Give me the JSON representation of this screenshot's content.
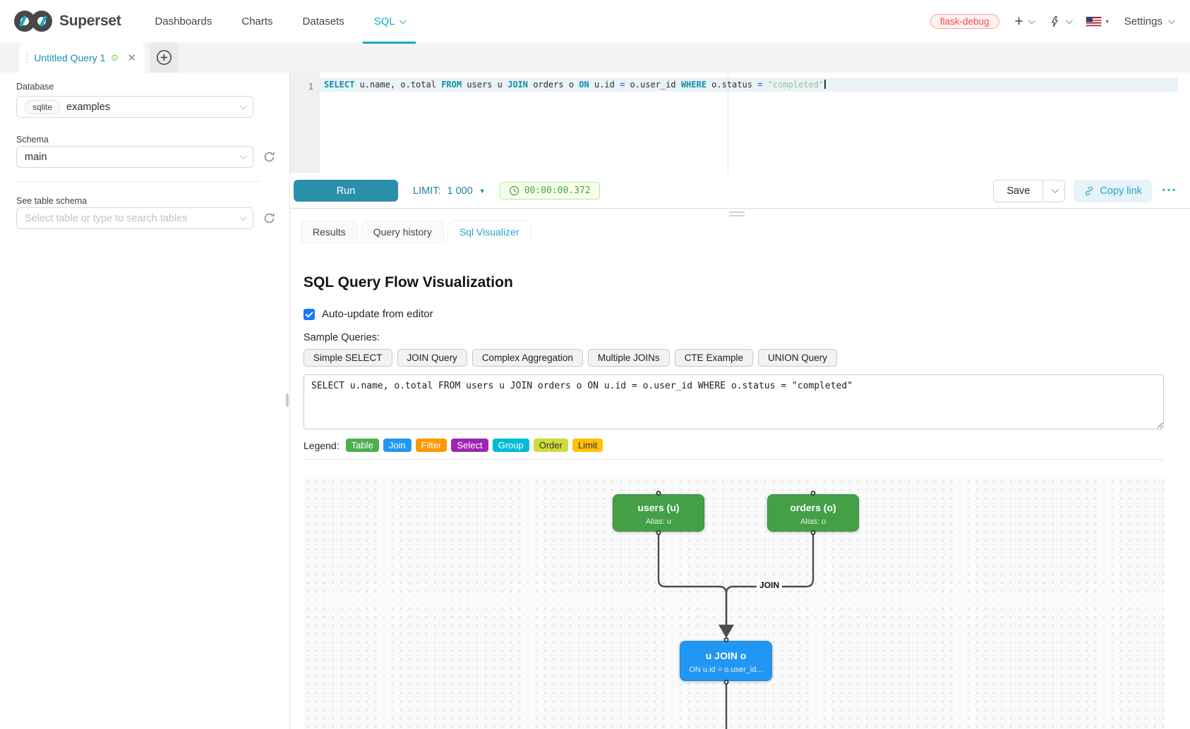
{
  "navbar": {
    "brand": "Superset",
    "items": [
      {
        "label": "Dashboards",
        "active": false,
        "caret": false
      },
      {
        "label": "Charts",
        "active": false,
        "caret": false
      },
      {
        "label": "Datasets",
        "active": false,
        "caret": false
      },
      {
        "label": "SQL",
        "active": true,
        "caret": true
      }
    ],
    "environment_tag": "flask-debug",
    "plus_glyph": "+",
    "settings_label": "Settings"
  },
  "tab_bar": {
    "active_tab": "Untitled Query 1"
  },
  "sidebar": {
    "database_label": "Database",
    "database_type": "sqlite",
    "database_value": "examples",
    "schema_label": "Schema",
    "schema_value": "main",
    "table_label": "See table schema",
    "table_placeholder": "Select table or type to search tables"
  },
  "editor": {
    "line_number": "1",
    "tokens": [
      {
        "t": "SELECT",
        "c": "kw"
      },
      {
        "t": " u.name, o.total ",
        "c": "pl"
      },
      {
        "t": "FROM",
        "c": "kw"
      },
      {
        "t": " users u ",
        "c": "pl"
      },
      {
        "t": "JOIN",
        "c": "kw"
      },
      {
        "t": " orders o ",
        "c": "pl"
      },
      {
        "t": "ON",
        "c": "kw"
      },
      {
        "t": " u.id ",
        "c": "pl"
      },
      {
        "t": "=",
        "c": "op"
      },
      {
        "t": " o.user_id ",
        "c": "pl"
      },
      {
        "t": "WHERE",
        "c": "kw"
      },
      {
        "t": " o.status ",
        "c": "pl"
      },
      {
        "t": "=",
        "c": "op"
      },
      {
        "t": " ",
        "c": "pl"
      },
      {
        "t": "\"completed\"",
        "c": "str"
      }
    ]
  },
  "toolbar": {
    "run_label": "Run",
    "limit_label": "LIMIT:",
    "limit_value": "1 000",
    "limit_caret": "▼",
    "timer": "00:00:00.372",
    "save_label": "Save",
    "copy_link_label": "Copy link",
    "more_glyph": "···"
  },
  "result_tabs": [
    {
      "label": "Results",
      "active": false
    },
    {
      "label": "Query history",
      "active": false
    },
    {
      "label": "Sql Visualizer",
      "active": true
    }
  ],
  "visualizer": {
    "title": "SQL Query Flow Visualization",
    "auto_update_label": "Auto-update from editor",
    "auto_update_checked": true,
    "sample_queries_label": "Sample Queries:",
    "sample_buttons": [
      "Simple SELECT",
      "JOIN Query",
      "Complex Aggregation",
      "Multiple JOINs",
      "CTE Example",
      "UNION Query"
    ],
    "query_text": "SELECT u.name, o.total FROM users u JOIN orders o ON u.id = o.user_id WHERE o.status = \"completed\"",
    "legend_label": "Legend:",
    "legend": [
      {
        "label": "Table",
        "color": "#4caf50",
        "text": "#ffffff"
      },
      {
        "label": "Join",
        "color": "#2196f3",
        "text": "#ffffff"
      },
      {
        "label": "Filter",
        "color": "#ff9800",
        "text": "#ffffff"
      },
      {
        "label": "Select",
        "color": "#9c27b0",
        "text": "#ffffff"
      },
      {
        "label": "Group",
        "color": "#00bcd4",
        "text": "#ffffff"
      },
      {
        "label": "Order",
        "color": "#cddc39",
        "text": "#333333"
      },
      {
        "label": "Limit",
        "color": "#ffc107",
        "text": "#333333"
      }
    ],
    "flow": {
      "edge_label": "JOIN",
      "nodes": [
        {
          "id": "users",
          "title": "users (u)",
          "subtitle": "Alias: u",
          "type": "table"
        },
        {
          "id": "orders",
          "title": "orders (o)",
          "subtitle": "Alias: o",
          "type": "table"
        },
        {
          "id": "join",
          "title": "u JOIN o",
          "subtitle": "ON u.id = o.user_id...",
          "type": "join"
        }
      ]
    }
  },
  "colors": {
    "accent": "#20a7c9",
    "run_button": "#2a90aa",
    "node_table": "#43a047",
    "node_join": "#2196f3",
    "timer_green": "#47a347",
    "env_tag_red": "#ef4f4b"
  }
}
